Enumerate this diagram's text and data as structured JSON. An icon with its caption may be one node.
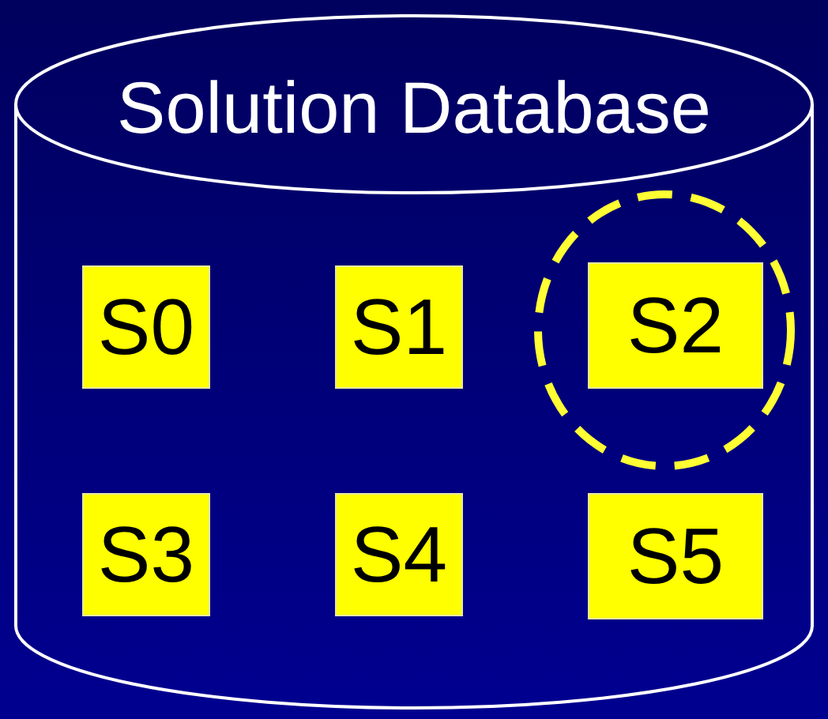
{
  "diagram": {
    "nodes": [
      {
        "text": [
          "Solution Database"
        ]
      },
      {
        "text": [
          "S0"
        ],
        "in": 0
      },
      {
        "text": [
          "S1"
        ],
        "in": 0
      },
      {
        "text": [
          "S2"
        ],
        "in": 0
      },
      {
        "text": [
          "S3"
        ],
        "in": 0
      },
      {
        "text": [
          "S4"
        ],
        "in": 0
      },
      {
        "text": [
          "S5"
        ],
        "in": 0
      }
    ]
  }
}
